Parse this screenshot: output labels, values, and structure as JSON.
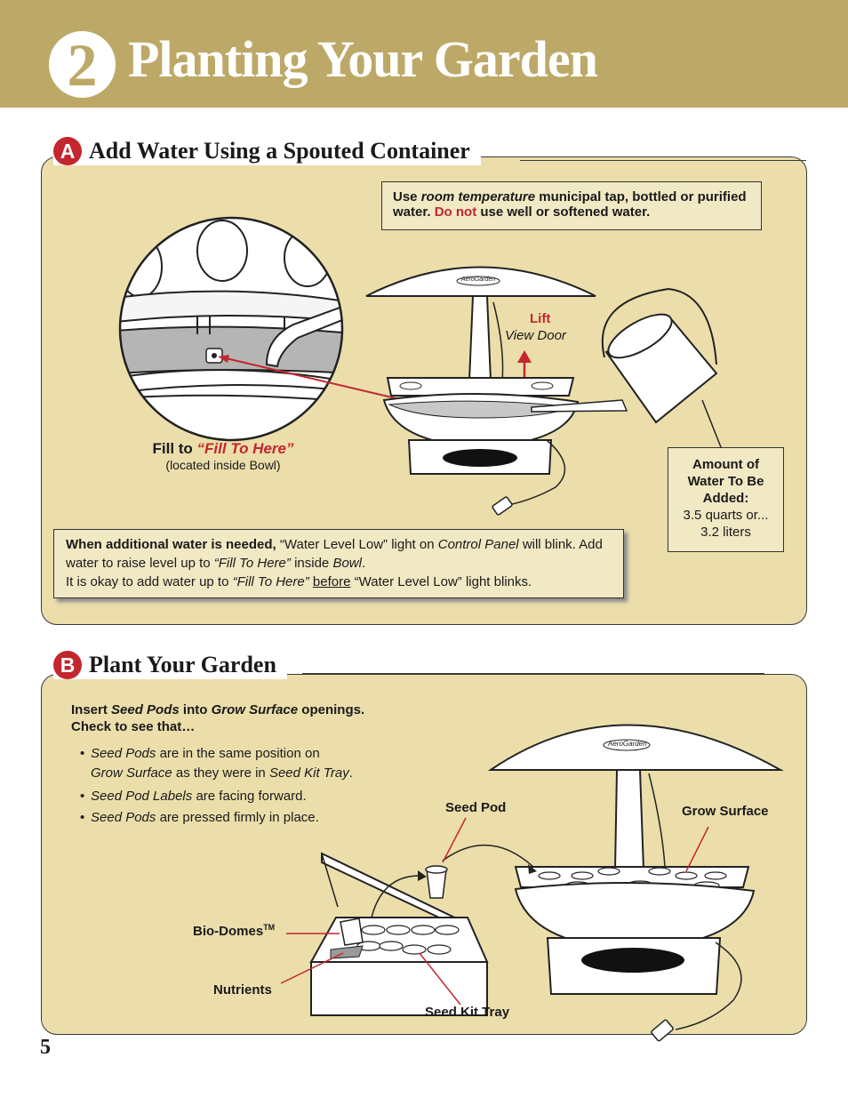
{
  "header": {
    "step_number": "2",
    "title": "Planting Your Garden"
  },
  "section_a": {
    "letter": "A",
    "title": "Add Water Using a Spouted Container",
    "water_note": {
      "use": "Use",
      "room_temp": "room temperature",
      "mid": "municipal tap, bottled or purified water.",
      "do_not": "Do not",
      "end": "use well or softened water."
    },
    "lift_label": "Lift",
    "view_door_label": "View Door",
    "fill_label": {
      "fill_to": "Fill to",
      "fill_here": "“Fill To Here”",
      "located": "(located inside Bowl)"
    },
    "amount_box": {
      "title": "Amount of Water To Be Added:",
      "value": "3.5 quarts  or... 3.2 liters"
    },
    "additional": {
      "lead": "When additional water is needed,",
      "t1": "“Water Level Low” light on",
      "control_panel": "Control Panel",
      "t2": "will blink. Add water to raise level up to",
      "fill_here": "“Fill To Here”",
      "t3": "inside",
      "bowl": "Bowl",
      "t4": "It is okay to add water up to",
      "fill_here2": "“Fill To Here”",
      "before": "before",
      "t5": "“Water Level Low” light blinks."
    },
    "brand": "AeroGarden"
  },
  "section_b": {
    "letter": "B",
    "title": "Plant Your Garden",
    "intro": {
      "insert": "Insert",
      "seed_pods": "Seed Pods",
      "into": "into",
      "grow_surface": "Grow Surface",
      "openings": "openings.",
      "check": "Check to see that…"
    },
    "bullets": [
      {
        "em": "Seed Pods",
        "text": "are in the same position on",
        "em2": "Grow Surface",
        "text2": "as they were in",
        "em3": "Seed Kit Tray",
        "text3": "."
      },
      {
        "em": "Seed Pod Labels",
        "text": "are facing forward."
      },
      {
        "em": "Seed Pods",
        "text": "are pressed firmly in place."
      }
    ],
    "labels": {
      "seed_pod": "Seed Pod",
      "grow_surface": "Grow Surface",
      "bio_domes": "Bio-Domes",
      "tm": "TM",
      "nutrients": "Nutrients",
      "seed_kit_tray": "Seed Kit Tray"
    },
    "brand": "AeroGarden"
  },
  "page_number": "5"
}
